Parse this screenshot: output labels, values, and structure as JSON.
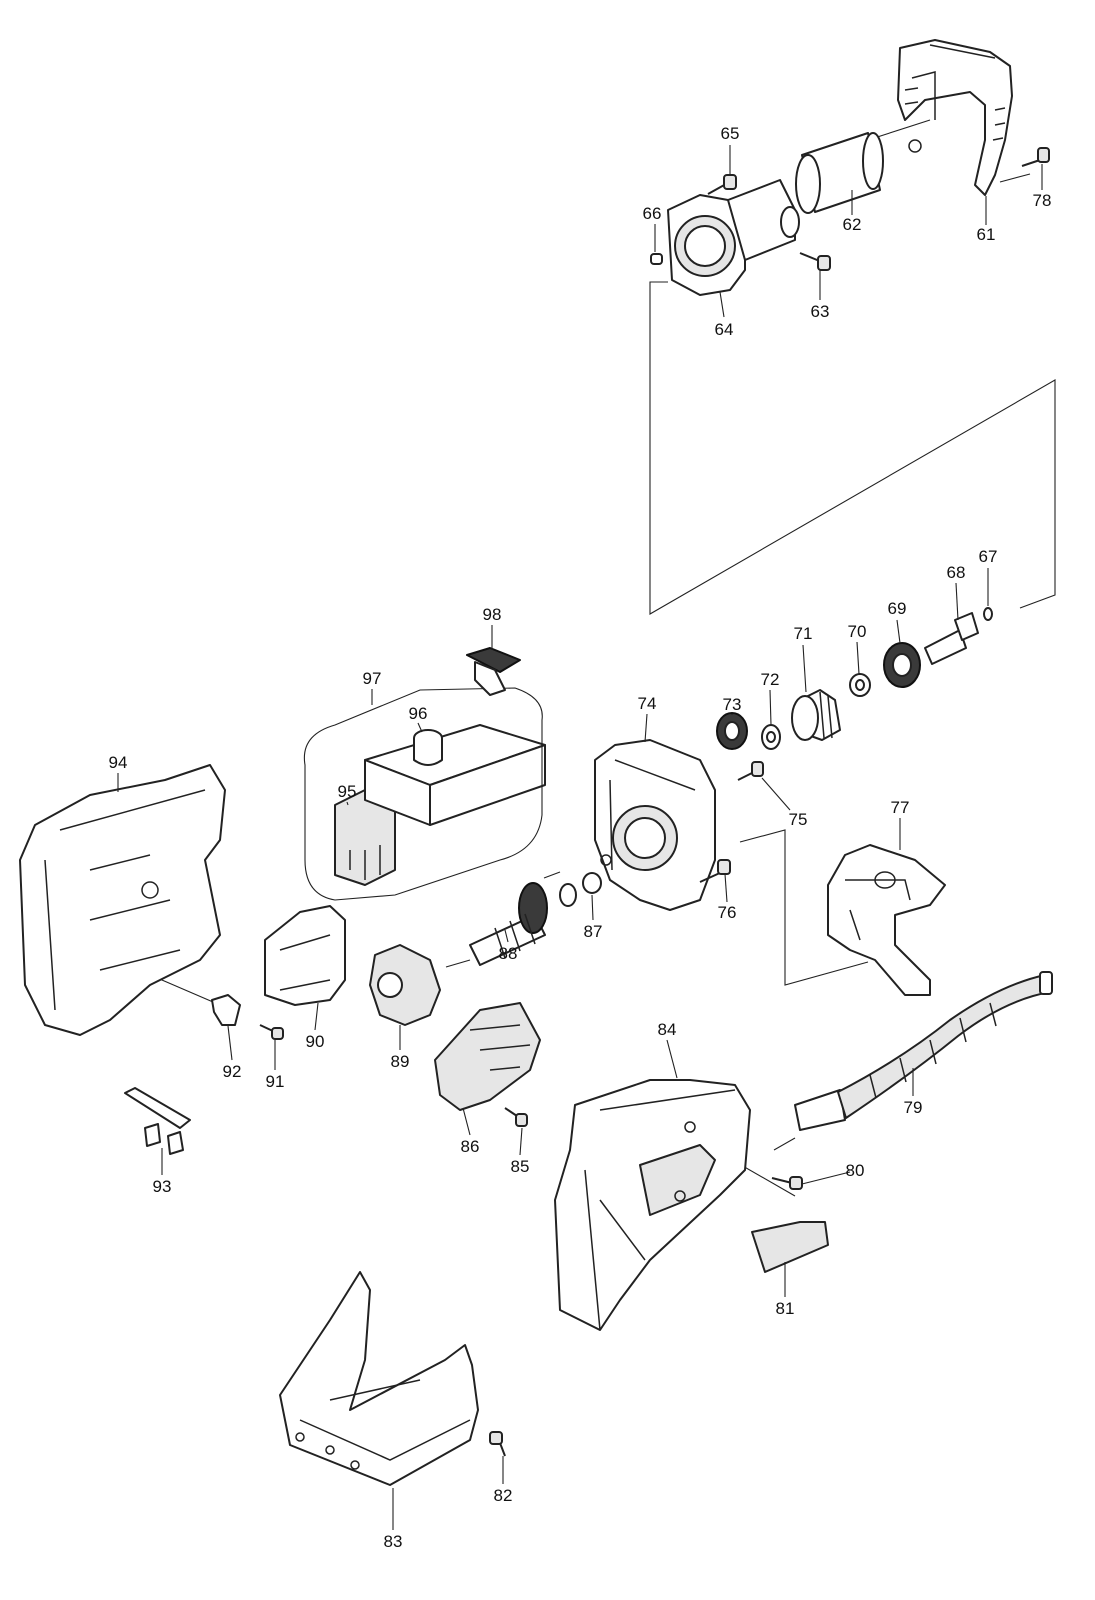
{
  "diagram": {
    "type": "exploded-parts-view",
    "part_numbers": [
      "61",
      "62",
      "63",
      "64",
      "65",
      "66",
      "67",
      "68",
      "69",
      "70",
      "71",
      "72",
      "73",
      "74",
      "75",
      "76",
      "77",
      "78",
      "79",
      "80",
      "81",
      "82",
      "83",
      "84",
      "85",
      "86",
      "87",
      "88",
      "89",
      "90",
      "91",
      "92",
      "93",
      "94",
      "95",
      "96",
      "97",
      "98"
    ]
  },
  "colors": {
    "line": "#222222",
    "background": "#ffffff",
    "fill_dark": "#3a3a3a",
    "fill_light": "#e6e6e6"
  }
}
